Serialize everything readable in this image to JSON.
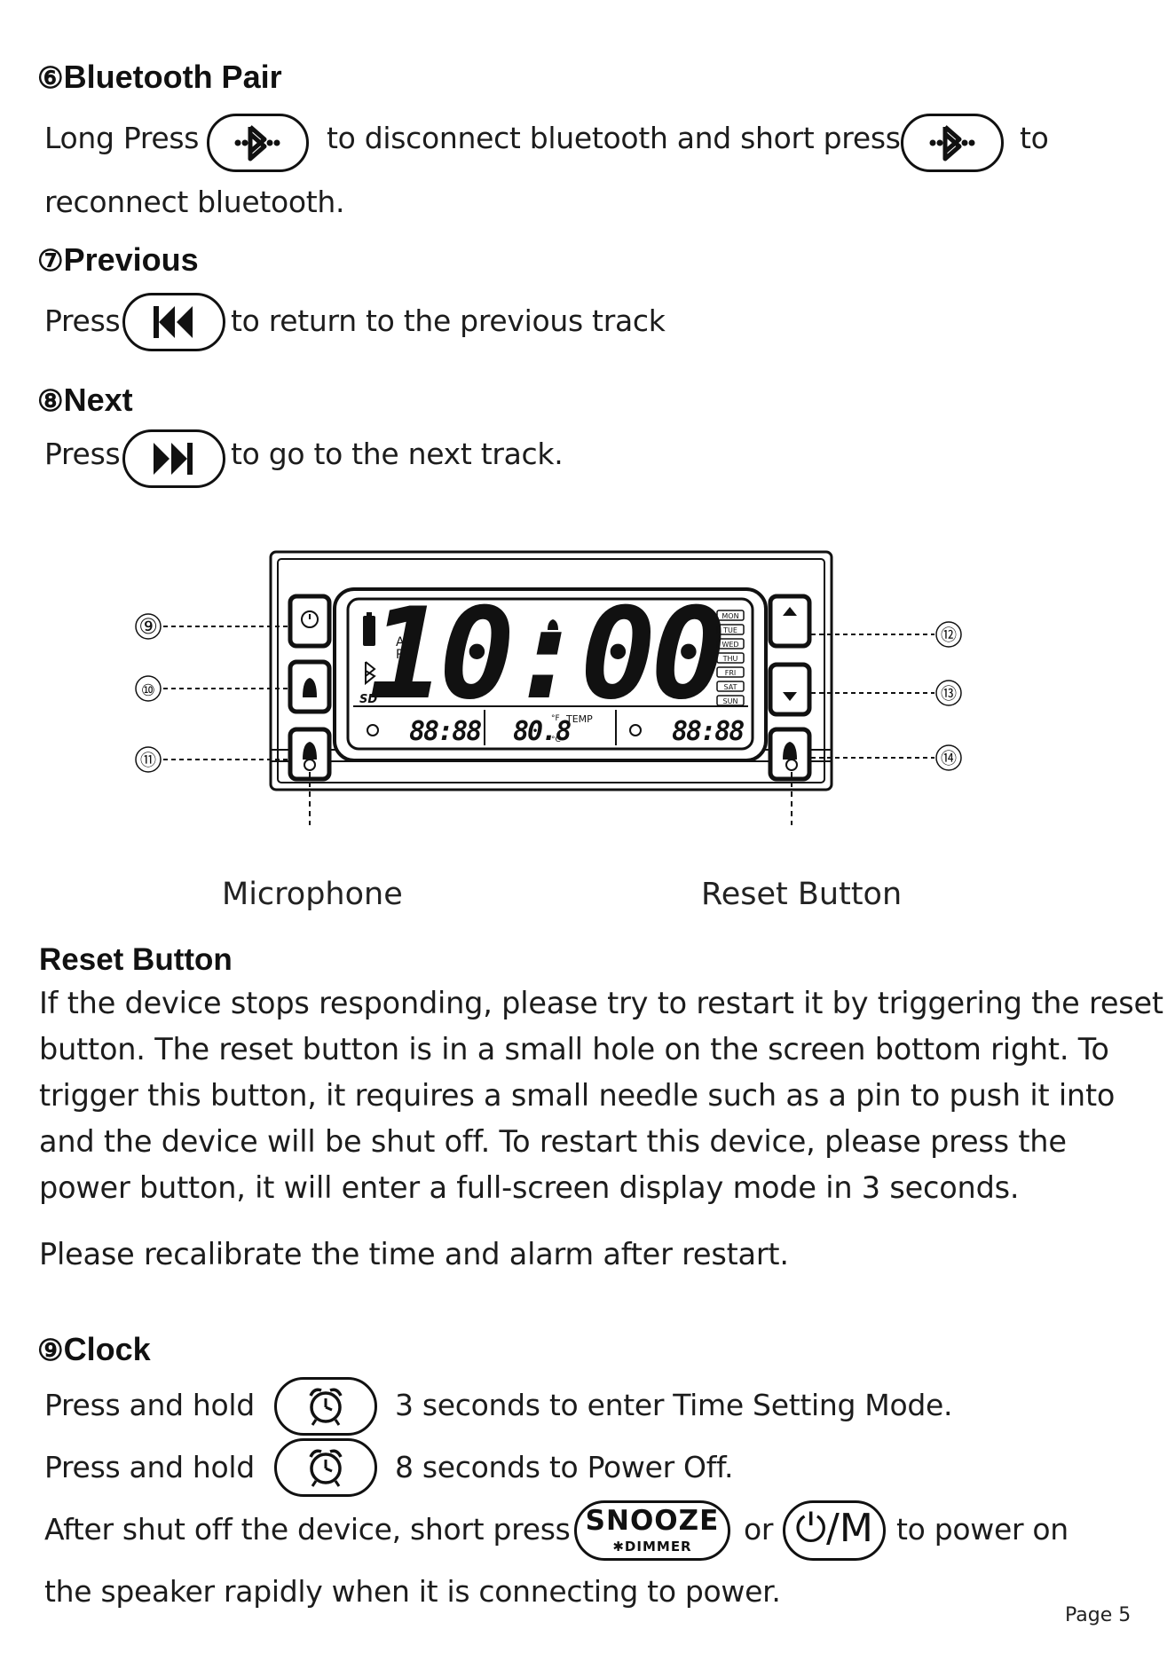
{
  "section6": {
    "number": "⑥",
    "title": "Bluetooth Pair",
    "line1_a": "Long Press",
    "line1_b": "to disconnect bluetooth and short press",
    "line1_c": "to",
    "line2": "reconnect bluetooth.",
    "icon": "bluetooth-icon"
  },
  "section7": {
    "number": "⑦",
    "title": "Previous",
    "press": "Press",
    "text": "to return to the previous track",
    "icon": "previous-track-icon"
  },
  "section8": {
    "number": "⑧",
    "title": "Next",
    "press": "Press",
    "text": "to go to the next track.",
    "icon": "next-track-icon"
  },
  "diagram": {
    "callouts": [
      "⑨",
      "⑩",
      "⑪",
      "⑫",
      "⑬",
      "⑭"
    ],
    "time": "10:00",
    "am": "AM",
    "pm": "PM",
    "days": [
      "MON",
      "TUE",
      "WED",
      "THU",
      "FRI",
      "SAT",
      "SUN"
    ],
    "alarm1": "88:88",
    "temp": "80.8",
    "temp_unit_f": "°F",
    "temp_unit_c": "°C",
    "temp_label": "TEMP",
    "alarm2": "88:88",
    "sd": "SD",
    "microphone_label": "Microphone",
    "reset_label": "Reset Button"
  },
  "reset": {
    "title": "Reset Button",
    "lines": [
      "If the device stops responding, please try to restart it by triggering the reset",
      "button. The reset button is in a small hole on the screen bottom right. To",
      "trigger this button, it requires a small needle such as a pin to push it into",
      "and the device will be shut off. To restart this device, please press the",
      "power button, it will enter a full-screen display mode in 3 seconds."
    ],
    "note": "Please recalibrate the time and alarm after restart."
  },
  "section9": {
    "number": "⑨",
    "title": "Clock",
    "row1_a": "Press and hold",
    "row1_b": "3 seconds to enter Time Setting Mode.",
    "row2_a": "Press and hold",
    "row2_b": "8 seconds to Power Off.",
    "row3_a": "After shut off the device, short press",
    "snooze_label": "SNOOZE",
    "dimmer_label": "✱DIMMER",
    "row3_or": "or",
    "power_mode_label": "⏻/M",
    "row3_b": "to power on",
    "row4": "the speaker rapidly when it is connecting to power.",
    "icon": "alarm-clock-icon"
  },
  "page": "Page 5"
}
